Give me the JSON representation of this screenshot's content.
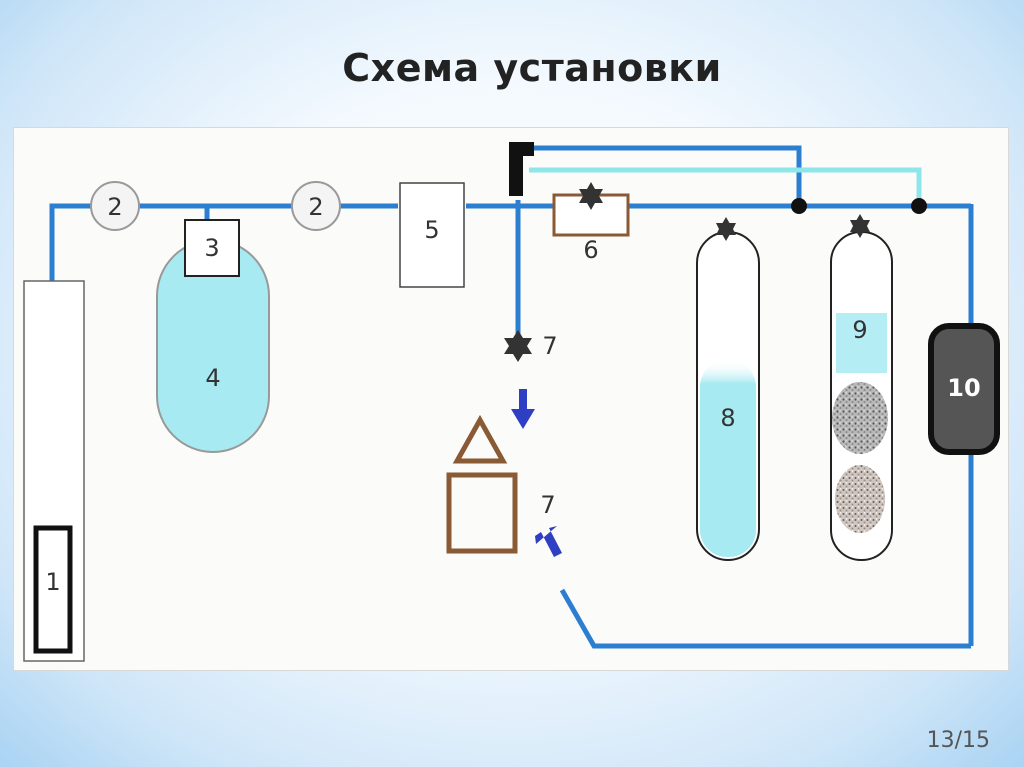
{
  "slide": {
    "title": "Схема установки",
    "page_number": "13/15"
  },
  "diagram": {
    "labels": {
      "well": "1",
      "gauge_left": "2",
      "gauge_right": "2",
      "filter": "3",
      "tank": "4",
      "box": "5",
      "valve_heater": "6",
      "valve_top": "7",
      "chamber": "7",
      "column_8": "8",
      "column_9": "9",
      "pump": "10"
    },
    "colors": {
      "pipe": "#2c7fd0",
      "light_pipe": "#8fe6ea",
      "liquid": "#a8eaf2",
      "chamber": "#8a5a35",
      "arrow": "#2f3fc4",
      "pump": "#555555",
      "valve": "#333333"
    }
  }
}
